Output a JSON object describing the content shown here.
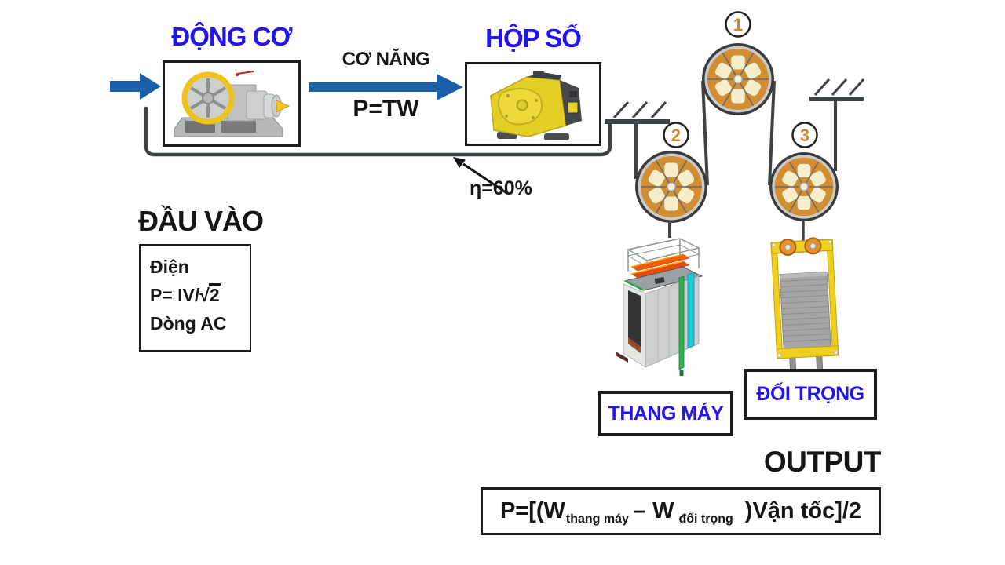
{
  "titles": {
    "motor": "ĐỘNG CƠ",
    "gearbox": "HỘP SỐ",
    "input": "ĐẦU VÀO",
    "output": "OUTPUT"
  },
  "energy": {
    "label": "CƠ NĂNG",
    "formula": "P=TW"
  },
  "efficiency": {
    "label": "η=60%"
  },
  "input_box": {
    "line1": "Điện",
    "line2_prefix": "P= IV/",
    "radical": "√",
    "radicand": "2",
    "line3": "Dòng AC"
  },
  "component_labels": {
    "elevator": "THANG MÁY",
    "counterweight": "ĐỐI TRỌNG"
  },
  "pulley_numbers": {
    "p1": "1",
    "p2": "2",
    "p3": "3"
  },
  "output_formula": {
    "lead": "P=[(W",
    "sub1": "thang máy",
    "mid": "– W",
    "sub2": "đối trọng",
    "tail": ")Vận tốc]/2"
  },
  "colors": {
    "title_blue": "#2213f0",
    "arrow_blue": "#1A5FA8",
    "line_dark": "#3d4247",
    "pulley_orange": "#D28E33",
    "pulley_cream": "#F5EECC",
    "number_orange": "#D0882A"
  }
}
